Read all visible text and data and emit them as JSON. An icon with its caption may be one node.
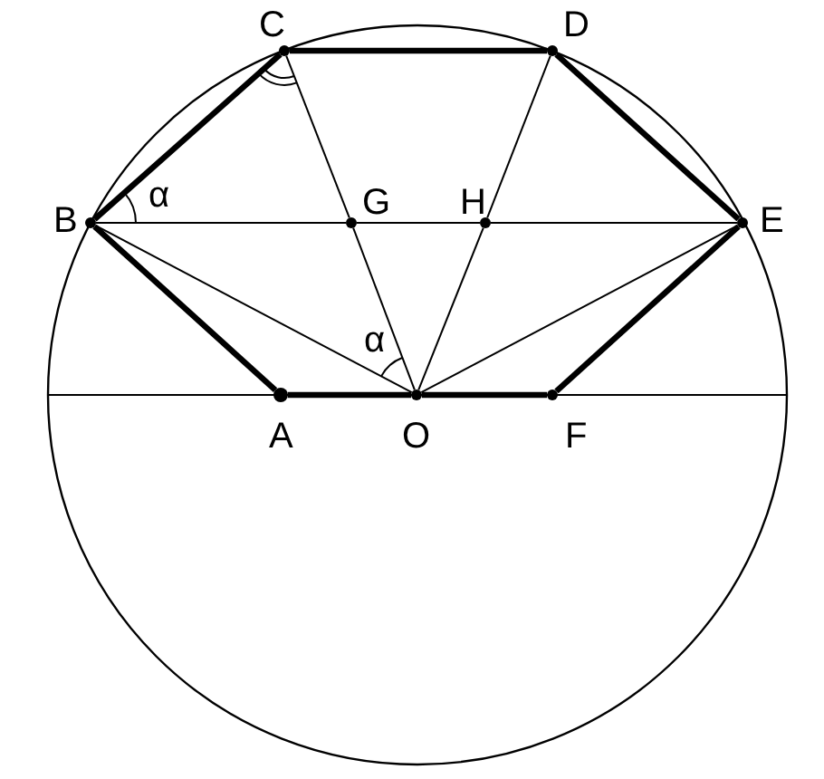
{
  "diagram": {
    "nodes": [
      {
        "text": [
          "C"
        ]
      },
      {
        "text": [
          "D"
        ]
      },
      {
        "text": [
          "B"
        ]
      },
      {
        "text": [
          "G"
        ]
      },
      {
        "text": [
          "H"
        ]
      },
      {
        "text": [
          "E"
        ]
      },
      {
        "text": [
          "A"
        ]
      },
      {
        "text": [
          "O"
        ]
      },
      {
        "text": [
          "F"
        ]
      }
    ],
    "edges": [
      {
        "from": 6,
        "to": 2,
        "arrow": "none",
        "style": "thick"
      },
      {
        "from": 2,
        "to": 0,
        "arrow": "none",
        "style": "thick"
      },
      {
        "from": 0,
        "to": 1,
        "arrow": "none",
        "style": "thick"
      },
      {
        "from": 1,
        "to": 5,
        "arrow": "none",
        "style": "thick"
      },
      {
        "from": 5,
        "to": 8,
        "arrow": "none",
        "style": "thick"
      },
      {
        "from": 6,
        "to": 7,
        "arrow": "none",
        "style": "thick"
      },
      {
        "from": 7,
        "to": 8,
        "arrow": "none",
        "style": "thick"
      },
      {
        "from": 2,
        "to": 3,
        "arrow": "none"
      },
      {
        "from": 3,
        "to": 4,
        "arrow": "none"
      },
      {
        "from": 4,
        "to": 5,
        "arrow": "none"
      },
      {
        "from": 0,
        "to": 3,
        "arrow": "none"
      },
      {
        "from": 3,
        "to": 7,
        "arrow": "none"
      },
      {
        "from": 1,
        "to": 4,
        "arrow": "none"
      },
      {
        "from": 4,
        "to": 7,
        "arrow": "none"
      },
      {
        "from": 2,
        "to": 7,
        "arrow": "none"
      },
      {
        "from": 5,
        "to": 7,
        "arrow": "none"
      }
    ],
    "labels": [
      "α",
      "α"
    ]
  }
}
